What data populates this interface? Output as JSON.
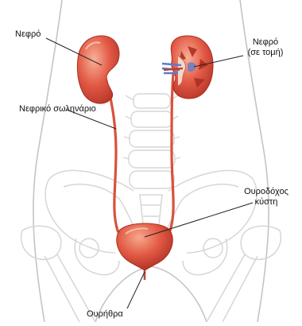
{
  "labels": {
    "kidney_left": "Νεφρό",
    "kidney_right_line1": "Νεφρό",
    "kidney_right_line2": "(σε τομή)",
    "ureter": "Νεφρικό σωληνάριο",
    "bladder_line1": "Ουροδόχος",
    "bladder_line2": "κύστη",
    "urethra": "Ουρήθρα"
  },
  "colors": {
    "organ_fill": "#e25a45",
    "organ_light": "#f49a80",
    "organ_dark": "#a92c1f",
    "body_outline": "#c4c4c4",
    "bone_outline": "#d6d6d6",
    "vessel_blue": "#5a7bd0",
    "leader_line": "#222222"
  }
}
